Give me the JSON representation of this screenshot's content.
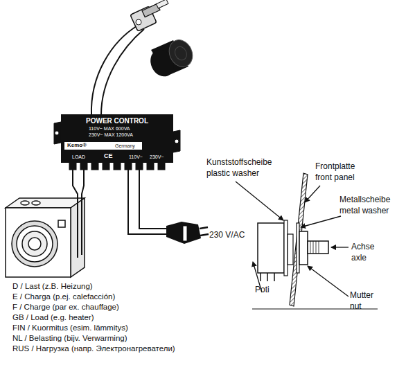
{
  "diagram": {
    "nodes": [
      {
        "text": [
          "POWER CONTROL",
          "110V~ MAX 600VA",
          "230V~ MAX 1200VA",
          "Kemo®",
          "Germany",
          "LOAD",
          "CE",
          "110V~",
          "230V~"
        ]
      }
    ],
    "labels": [
      "D / Last (z.B. Heizung)",
      "E / Charga (p.ej. calefacción)",
      "F / Charge (par ex. chauffage)",
      "GB / Load (e.g. heater)",
      "FIN / Kuormitus (esim. lämmitys)",
      "NL / Belasting (bijv. Verwarming)",
      "RUS / Нагрузка (напр. Электронагреватели)",
      "230 V/AC",
      "Kunststoffscheibe",
      "plastic washer",
      "Frontplatte",
      "front panel",
      "Metallscheibe",
      "metal washer",
      "Achse",
      "axle",
      "Poti",
      "Mutter",
      "nut"
    ]
  }
}
